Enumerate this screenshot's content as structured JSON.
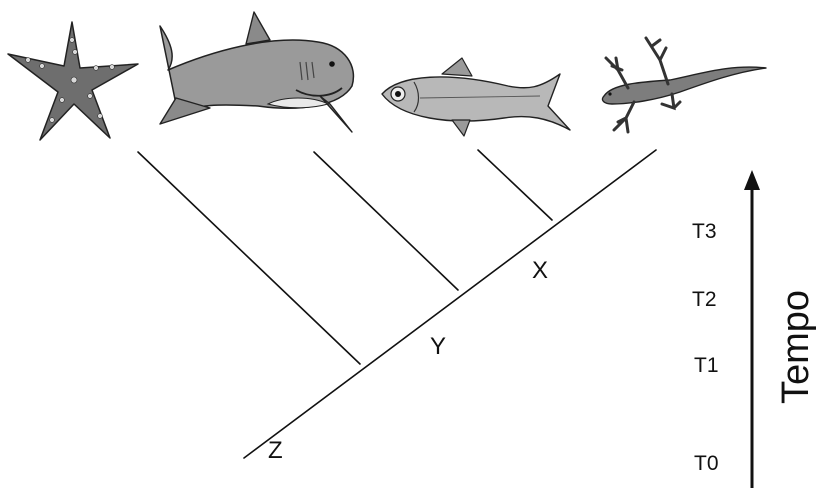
{
  "diagram": {
    "type": "cladogram",
    "taxa": [
      {
        "id": "starfish",
        "icon": "starfish-icon"
      },
      {
        "id": "shark",
        "icon": "shark-icon"
      },
      {
        "id": "bony-fish",
        "icon": "bony-fish-icon"
      },
      {
        "id": "lizard",
        "icon": "lizard-icon"
      }
    ],
    "nodes": [
      {
        "label": "Z"
      },
      {
        "label": "Y"
      },
      {
        "label": "X"
      }
    ],
    "time_axis": {
      "title": "Tempo",
      "ticks": [
        "T3",
        "T2",
        "T1",
        "T0"
      ]
    },
    "colors": {
      "ink": "#111111",
      "starfish_body": "#6e6e6e",
      "shark_body": "#9a9a9a",
      "fish_body": "#b8b8b8",
      "lizard_body": "#7d7d7d"
    }
  }
}
